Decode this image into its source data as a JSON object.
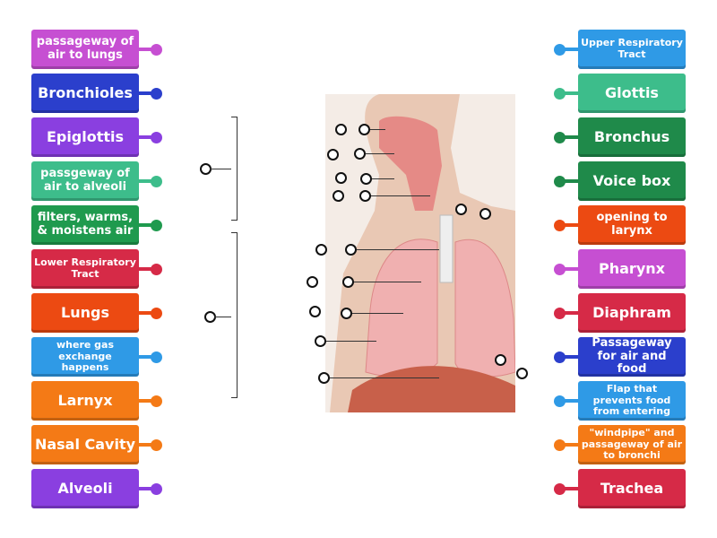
{
  "left": [
    {
      "label": "passageway of air to lungs",
      "color": "#c64fd2",
      "size": "med"
    },
    {
      "label": "Bronchioles",
      "color": "#2b3fcc",
      "size": "big"
    },
    {
      "label": "Epiglottis",
      "color": "#8a3fe0",
      "size": "big"
    },
    {
      "label": "passgeway of air to alveoli",
      "color": "#3dbd8b",
      "size": "med"
    },
    {
      "label": "filters, warms, & moistens air",
      "color": "#1f9a4e",
      "size": "med"
    },
    {
      "label": "Lower Respiratory Tract",
      "color": "#d62a47",
      "size": "sm"
    },
    {
      "label": "Lungs",
      "color": "#ec4a12",
      "size": "big"
    },
    {
      "label": "where gas exchange happens",
      "color": "#2f9ae6",
      "size": "sm"
    },
    {
      "label": "Larnyx",
      "color": "#f47a16",
      "size": "big"
    },
    {
      "label": "Nasal Cavity",
      "color": "#f47a16",
      "size": "big"
    },
    {
      "label": "Alveoli",
      "color": "#8a3fe0",
      "size": "big"
    }
  ],
  "right": [
    {
      "label": "Upper Respiratory Tract",
      "color": "#2f9ae6",
      "size": "sm"
    },
    {
      "label": "Glottis",
      "color": "#3dbd8b",
      "size": "big"
    },
    {
      "label": "Bronchus",
      "color": "#1f8a4a",
      "size": "big"
    },
    {
      "label": "Voice box",
      "color": "#1f8a4a",
      "size": "big"
    },
    {
      "label": "opening to larynx",
      "color": "#ec4a12",
      "size": "med"
    },
    {
      "label": "Pharynx",
      "color": "#c64fd2",
      "size": "big"
    },
    {
      "label": "Diaphram",
      "color": "#d62a47",
      "size": "big"
    },
    {
      "label": "Passageway for air and food",
      "color": "#2b3fcc",
      "size": "med"
    },
    {
      "label": "Flap that prevents food from entering",
      "color": "#2f9ae6",
      "size": "sm"
    },
    {
      "label": "\"windpipe\" and passageway of air to bronchi",
      "color": "#f47a16",
      "size": "sm"
    },
    {
      "label": "Trachea",
      "color": "#d62a47",
      "size": "big"
    }
  ]
}
